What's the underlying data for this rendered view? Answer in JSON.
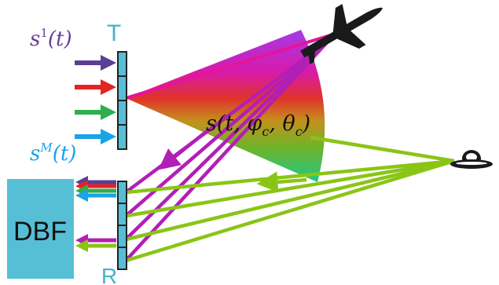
{
  "diagram": {
    "transmit_array_label": "T",
    "receive_array_label": "R",
    "beamformer_label": "DBF",
    "first_signal_label": {
      "base": "s",
      "sup": "1",
      "arg": "(t)"
    },
    "last_signal_label": {
      "base": "s",
      "sup": "M",
      "arg": "(t)"
    },
    "beam_signal_label": {
      "text": "s(t, φ",
      "sub1": "c",
      "sep": ", θ",
      "sub2": "c",
      "close": ")"
    },
    "targets": [
      {
        "name": "airplane",
        "icon": "airplane-icon"
      },
      {
        "name": "flying-saucer",
        "icon": "ufo-icon"
      }
    ],
    "colors": {
      "array_fill": "#56bfd6",
      "array_stroke": "#222222",
      "dbf_fill": "#56bfd6",
      "airplane_echo": "#b21fb5",
      "ufo_echo": "#8ac515",
      "input_arrows": [
        "#5b3e96",
        "#e52323",
        "#2fae4f",
        "#1aa3e6"
      ],
      "output_arrows": [
        "#5b3e96",
        "#e52323",
        "#2fae4f",
        "#1aa3e6"
      ],
      "beam_gradient": [
        "#2fae4f",
        "#c2951b",
        "#e02a2a",
        "#c21ad1",
        "#a537e6"
      ],
      "first_signal_color": "#6a3f98",
      "last_signal_color": "#1aa3e6"
    }
  }
}
